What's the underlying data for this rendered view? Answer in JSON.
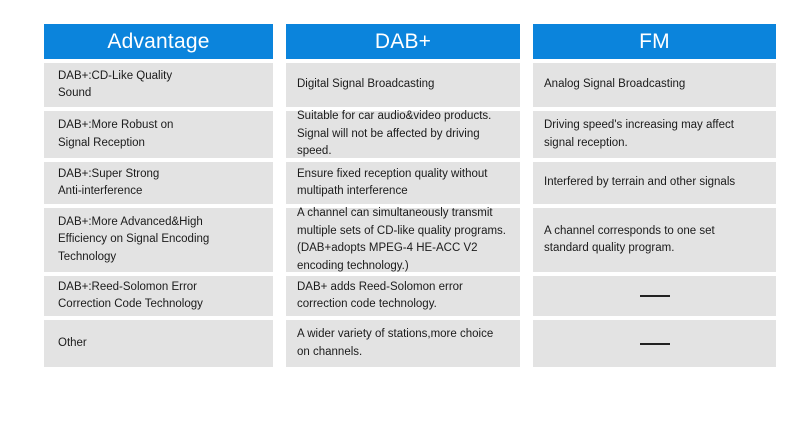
{
  "table": {
    "columns": [
      {
        "id": "advantage",
        "header": "Advantage",
        "cells": [
          "DAB+:CD-Like Quality\nSound",
          "DAB+:More Robust on\nSignal Reception",
          "DAB+:Super Strong\nAnti-interference",
          "DAB+:More Advanced&High\nEfficiency on Signal Encoding\nTechnology",
          "DAB+:Reed-Solomon Error\nCorrection Code Technology",
          "Other"
        ]
      },
      {
        "id": "dabplus",
        "header": "DAB+",
        "cells": [
          "Digital Signal Broadcasting",
          "Suitable for car audio&video products.\nSignal will not be affected by driving\nspeed.",
          "Ensure fixed reception quality without\nmultipath interference",
          "A channel can simultaneously transmit\nmultiple sets of CD-like quality programs.\n(DAB+adopts MPEG-4 HE-ACC V2\nencoding technology.)",
          "DAB+ adds Reed-Solomon error\ncorrection code technology.",
          "A wider variety of stations,more choice\non channels."
        ]
      },
      {
        "id": "fm",
        "header": "FM",
        "cells": [
          "Analog Signal Broadcasting",
          "Driving speed's increasing may affect\nsignal reception.",
          "Interfered by terrain and other signals",
          "A channel corresponds to one set\nstandard quality program.",
          "——",
          "——"
        ]
      }
    ]
  },
  "colors": {
    "header_blue": "#0B84DC",
    "cell_gray": "#E3E3E3",
    "text": "#1b1b1b",
    "page_background": "#ffffff"
  }
}
